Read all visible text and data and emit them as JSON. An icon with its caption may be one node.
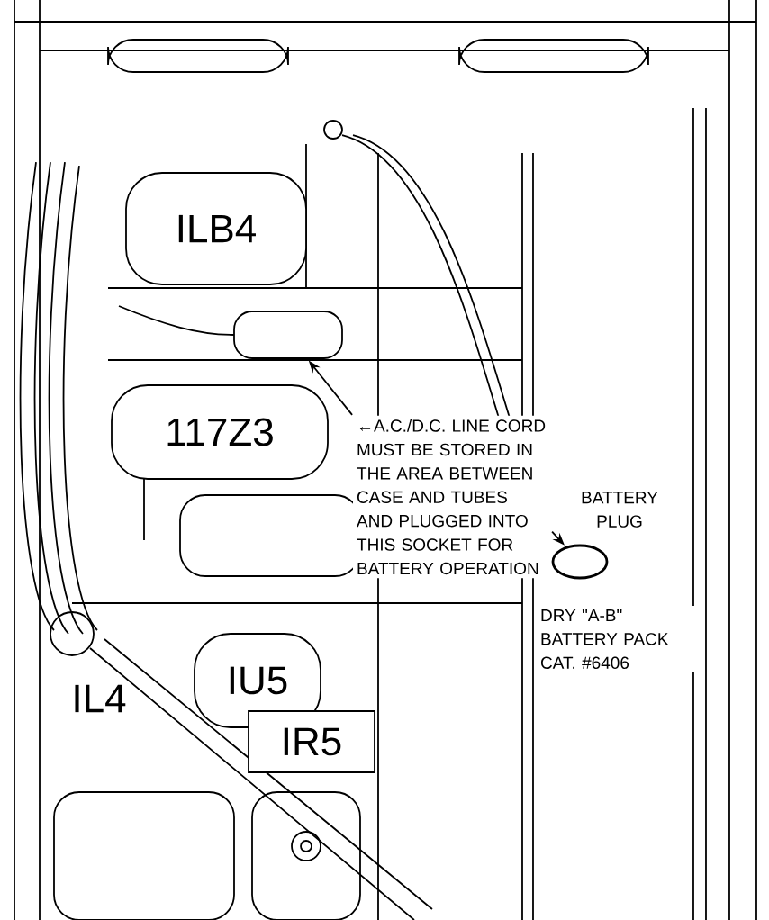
{
  "diagram": {
    "nodes": [
      {
        "text": [
          "ILB4"
        ]
      },
      {
        "text": [],
        "shape": "box"
      },
      {
        "text": [
          "←A.C./D.C. LINE CORD MUST BE STORED IN THE AREA BETWEEN CASE AND TUBES AND PLUGGED INTO THIS SOCKET FOR BATTERY OPERATION"
        ]
      },
      {
        "text": [
          "117Z3"
        ]
      },
      {
        "text": [
          "IU5"
        ]
      },
      {
        "text": [
          "IR5"
        ]
      },
      {
        "text": [],
        "shape": "circle"
      },
      {
        "text": [
          "BATTERY PLUG"
        ]
      },
      {
        "text": [
          "DRY \"A-B\" BATTERY PACK CAT. #6406"
        ]
      }
    ],
    "edges": [
      {
        "from": 2,
        "to": 1,
        "arrow": "to"
      },
      {
        "from": 7,
        "to": 6,
        "arrow": "to"
      }
    ],
    "labels": [
      "IL4"
    ]
  }
}
